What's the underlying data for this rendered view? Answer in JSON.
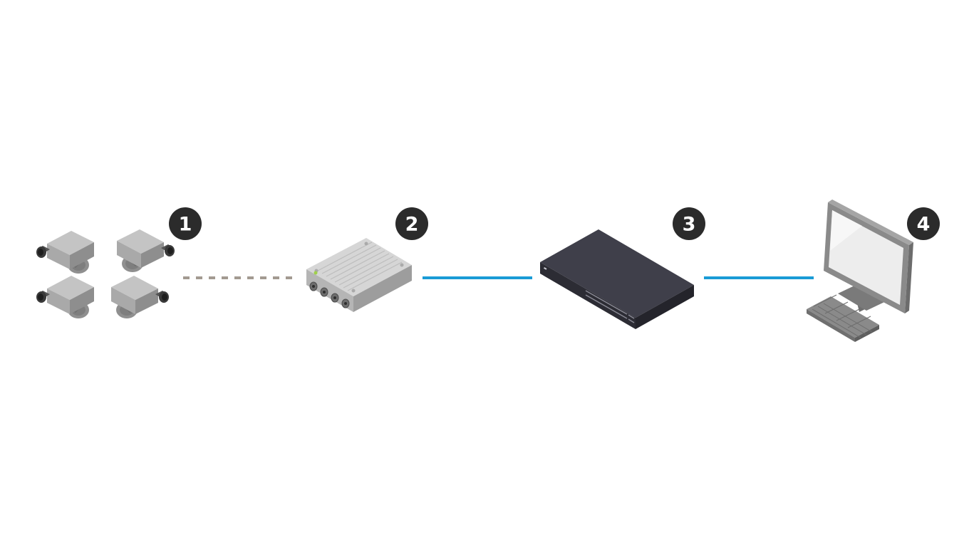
{
  "diagram": {
    "badges": [
      {
        "label": "1"
      },
      {
        "label": "2"
      },
      {
        "label": "3"
      },
      {
        "label": "4"
      }
    ],
    "colors": {
      "badge_fill": "#2b2b2b",
      "badge_text": "#ffffff",
      "analog_link": "#a39a91",
      "network_link": "#1a9bd6",
      "camera_body": "#a7a7a7",
      "encoder_body": "#cfcfcf",
      "switch_body": "#3b3b45",
      "monitor_frame": "#7d7d7d",
      "keyboard": "#8a8a8a"
    },
    "icons": [
      "analog-camera-icon",
      "video-encoder-icon",
      "network-switch-icon",
      "computer-monitor-icon",
      "keyboard-icon"
    ]
  }
}
